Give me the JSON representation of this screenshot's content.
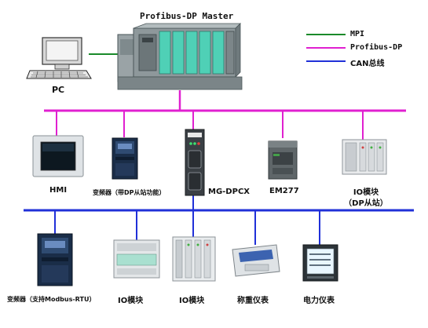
{
  "title": "Profibus-DP  Master",
  "legend": [
    {
      "label": "MPI",
      "color": "#1a8a2a"
    },
    {
      "label": "Profibus-DP",
      "color": "#e020d0"
    },
    {
      "label": "CAN总线",
      "color": "#2030d8"
    }
  ],
  "colors": {
    "mpi": "#1a8a2a",
    "profibus": "#e020d0",
    "can": "#2030d8"
  },
  "nodes": {
    "pc": "PC",
    "hmi": "HMI",
    "vfd_dp": "变频器（带DP从站功能）",
    "gateway": "MG-DPCX",
    "em277": "EM277",
    "io_dp_line1": "IO模块",
    "io_dp_line2": "（DP从站）",
    "vfd_modbus": "变频器（支持Modbus-RTU）",
    "io1": "IO模块",
    "io2": "IO模块",
    "weigh": "称重仪表",
    "power": "电力仪表"
  }
}
